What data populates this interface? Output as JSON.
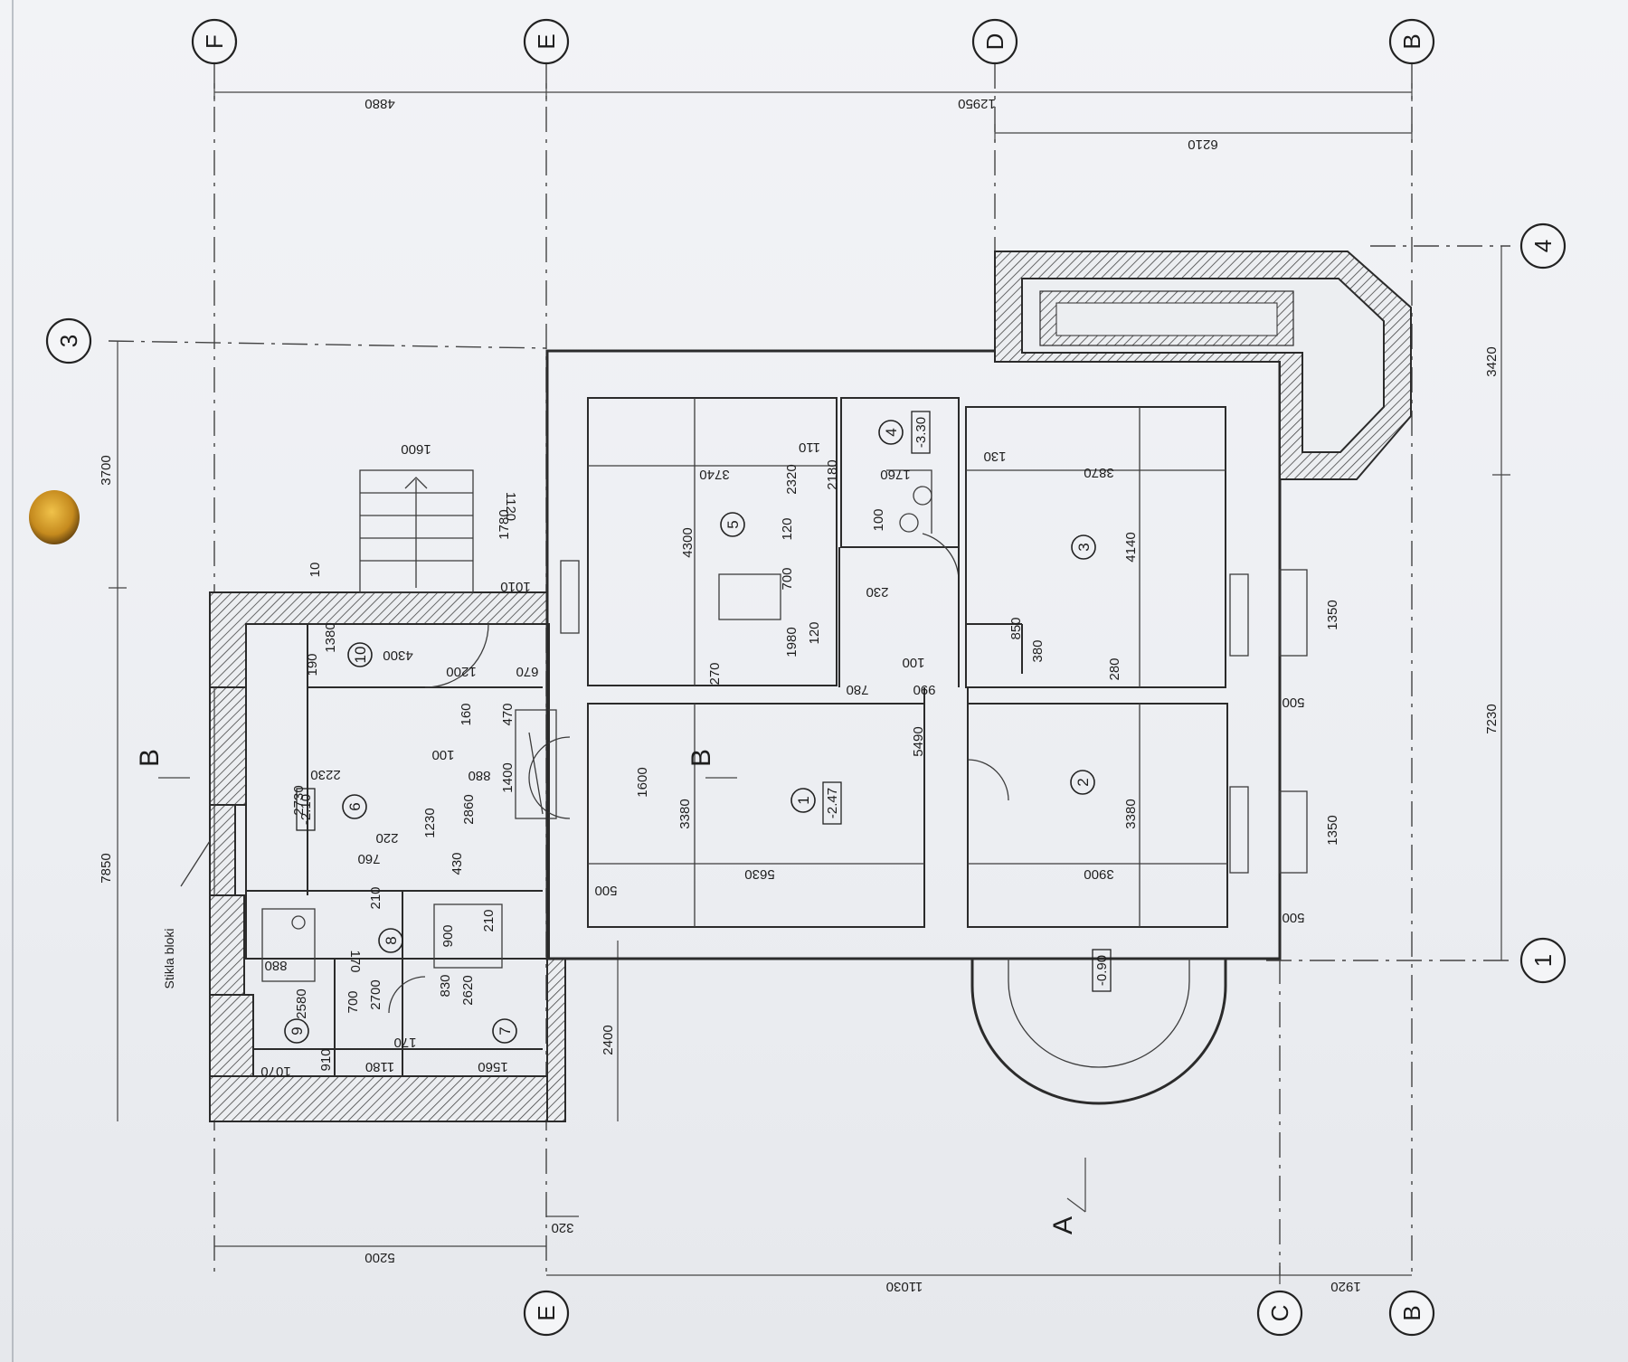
{
  "grid_axes": {
    "F": "F",
    "E": "E",
    "D": "D",
    "C": "C",
    "B": "B",
    "n3": "3",
    "n4": "4",
    "n1": "1"
  },
  "dimensions": {
    "d4880": "4880",
    "d12950": "12950",
    "d6210": "6210",
    "d3700": "3700",
    "d7850": "7850",
    "d3420": "3420",
    "d7230": "7230",
    "d5200": "5200",
    "d11030": "11030",
    "d1920": "1920",
    "d320": "320",
    "d2400": "2400",
    "d1600a": "1600",
    "d1120": "1120",
    "d1780": "1780",
    "d1010": "1010",
    "d10": "10",
    "d190": "190",
    "d1380": "1380",
    "d4300a": "4300",
    "d1200": "1200",
    "d670": "670",
    "d160": "160",
    "d470": "470",
    "d100a": "100",
    "d880": "880",
    "d1400": "1400",
    "d2730": "2730",
    "d2230": "2230",
    "d220": "220",
    "d1230": "1230",
    "d2860": "2860",
    "d760": "760",
    "d430": "430",
    "d210a": "210",
    "d210b": "210",
    "d880b": "880",
    "d170a": "170",
    "d2580": "2580",
    "d700a": "700",
    "d2700": "2700",
    "d900": "900",
    "d830": "830",
    "d2620": "2620",
    "d1070": "1070",
    "d910": "910",
    "d1180": "1180",
    "d170b": "170",
    "d1560": "1560",
    "d4300b": "4300",
    "d3740": "3740",
    "d2320": "2320",
    "d110": "110",
    "d2180": "2180",
    "d1760": "1760",
    "d130": "130",
    "d120a": "120",
    "d100b": "100",
    "d700b": "700",
    "d230": "230",
    "d1980": "1980",
    "d120b": "120",
    "d270": "270",
    "d780": "780",
    "d100c": "100",
    "d990": "990",
    "d5490": "5490",
    "d850": "850",
    "d380": "380",
    "d280": "280",
    "d3870": "3870",
    "d4140": "4140",
    "d1600b": "1600",
    "d3380a": "3380",
    "d5630": "5630",
    "d500a": "500",
    "d3380b": "3380",
    "d3900": "3900",
    "d1350a": "1350",
    "d500b": "500",
    "d1350b": "1350",
    "d500c": "500"
  },
  "rooms": {
    "r1": "1",
    "r2": "2",
    "r3": "3",
    "r4": "4",
    "r5": "5",
    "r6": "6",
    "r7": "7",
    "r8": "8",
    "r9": "9",
    "r10": "10"
  },
  "levels": {
    "l1": "-2.47",
    "l4": "-3.30",
    "l6": "-2.10",
    "l0": "-0.90"
  },
  "sections": {
    "a": "A",
    "b1": "B",
    "b2": "B"
  },
  "notes": {
    "glass_blocks": "Stikla bloki"
  },
  "colors": {
    "paper": "#eef0f3",
    "ink": "#2b2b2b",
    "hole": "#c58a1e"
  }
}
